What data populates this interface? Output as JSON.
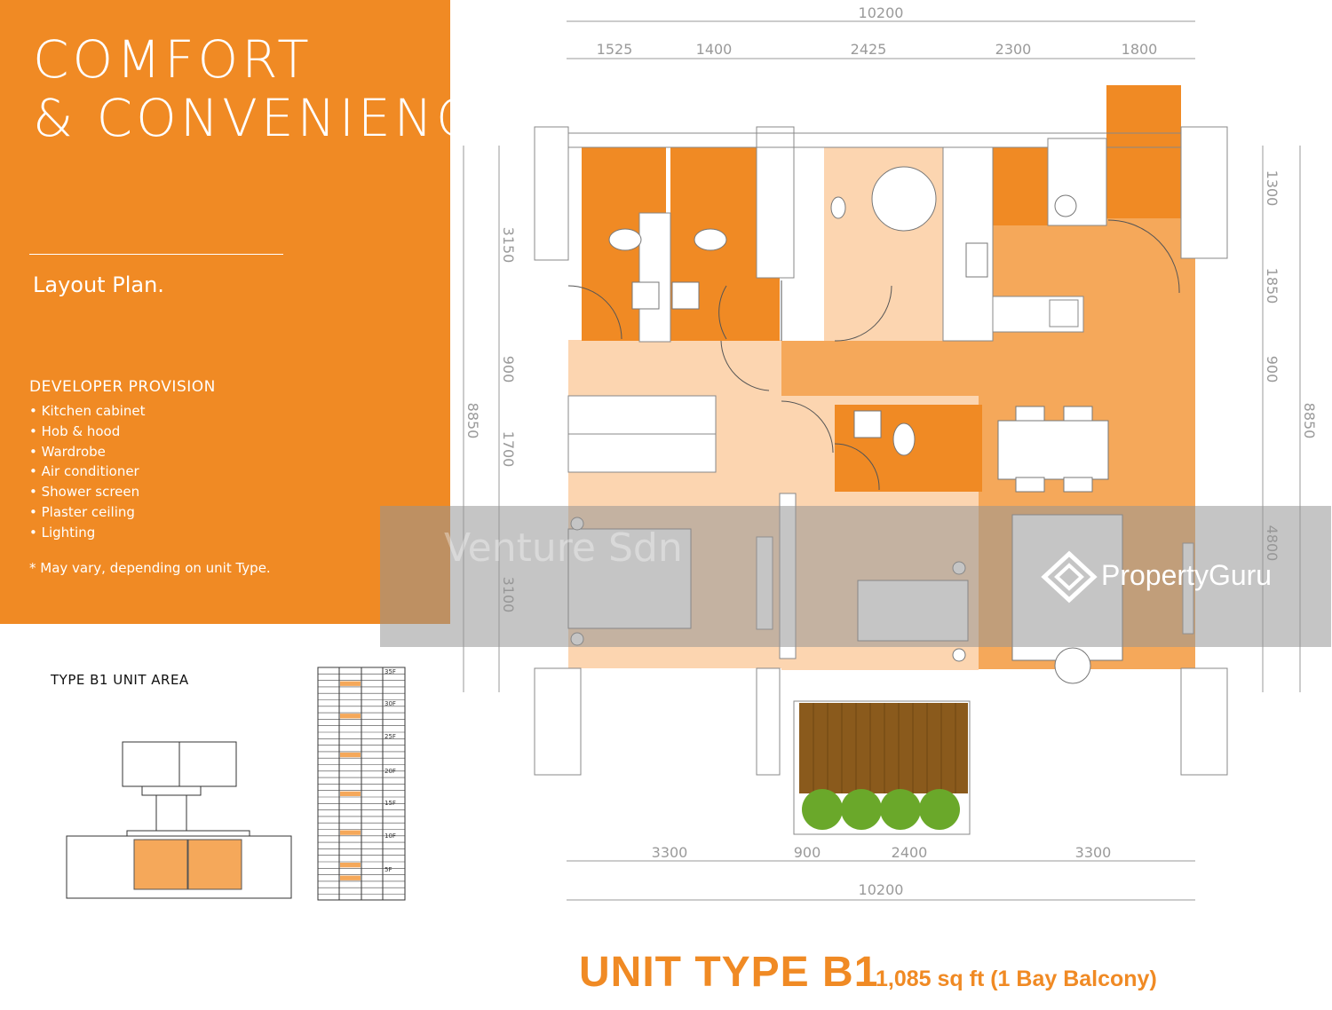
{
  "panel": {
    "title_line1": "COMFORT",
    "title_line2": "& CONVENIENCE",
    "subtitle": "Layout Plan.",
    "provision_heading": "DEVELOPER PROVISION",
    "provision_items": [
      "• Kitchen cabinet",
      "• Hob & hood",
      "• Wardrobe",
      "• Air conditioner",
      "• Shower screen",
      "• Plaster ceiling",
      "• Lighting"
    ],
    "note": "* May vary, depending on unit Type."
  },
  "key_plan": {
    "label": "TYPE B1 UNIT AREA",
    "floor_labels": [
      "35F",
      "30F",
      "25F",
      "20F",
      "15F",
      "10F",
      "5F"
    ]
  },
  "dimensions": {
    "top_total": "10200",
    "top_segments": [
      "1525",
      "1400",
      "2425",
      "2300",
      "1800"
    ],
    "bottom_segments": [
      "3300",
      "900",
      "2400",
      "3300"
    ],
    "bottom_total": "10200",
    "left_total": "8850",
    "left_segments": [
      "3150",
      "900",
      "1700",
      "3100"
    ],
    "right_total": "8850",
    "right_segments": [
      "1300",
      "1850",
      "900",
      "4800"
    ]
  },
  "watermark": {
    "text": "Venture Sdn",
    "logo_text": "PropertyGuru"
  },
  "unit": {
    "title": "UNIT TYPE B1",
    "subtitle": "1,085 sq ft  (1 Bay Balcony)"
  },
  "colors": {
    "orange": "#f08a24",
    "light_peach": "#fcd5b0",
    "mid_orange": "#f5a85a",
    "balcony_wood": "#8a5a1c",
    "plant_green": "#6aa82a"
  }
}
